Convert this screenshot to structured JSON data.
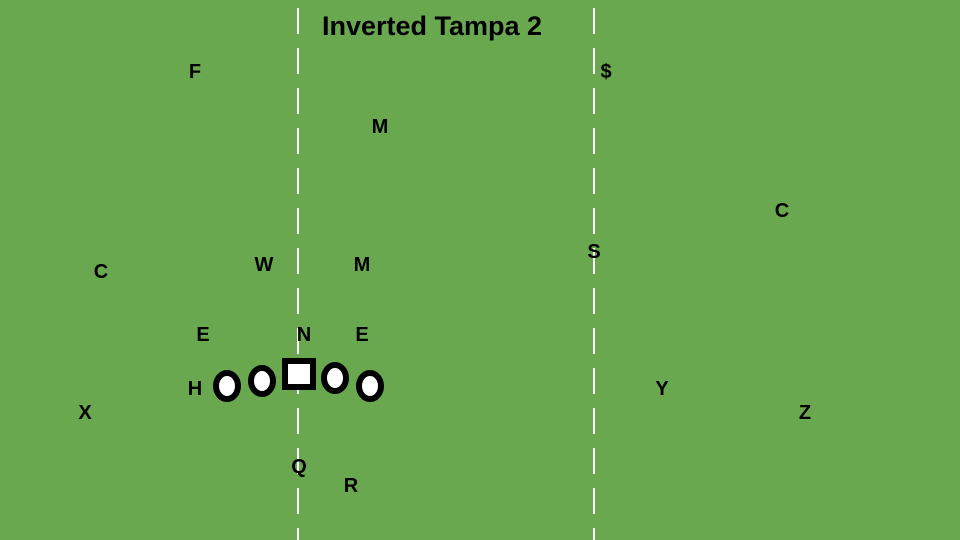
{
  "title": "Inverted Tampa 2",
  "colors": {
    "field": "#6aa84f",
    "line": "#ffffff",
    "text": "#000000"
  },
  "defense": [
    {
      "key": "f",
      "label": "F"
    },
    {
      "key": "dollar",
      "label": "$"
    },
    {
      "key": "m-deep",
      "label": "M"
    },
    {
      "key": "c-right",
      "label": "C"
    },
    {
      "key": "s",
      "label": "S"
    },
    {
      "key": "c-left",
      "label": "C"
    },
    {
      "key": "w",
      "label": "W"
    },
    {
      "key": "m",
      "label": "M"
    },
    {
      "key": "e-left",
      "label": "E"
    },
    {
      "key": "n",
      "label": "N"
    },
    {
      "key": "e-right",
      "label": "E"
    }
  ],
  "offense": [
    {
      "key": "h",
      "label": "H"
    },
    {
      "key": "x",
      "label": "X"
    },
    {
      "key": "y",
      "label": "Y"
    },
    {
      "key": "z",
      "label": "Z"
    },
    {
      "key": "q",
      "label": "Q"
    },
    {
      "key": "r",
      "label": "R"
    }
  ]
}
